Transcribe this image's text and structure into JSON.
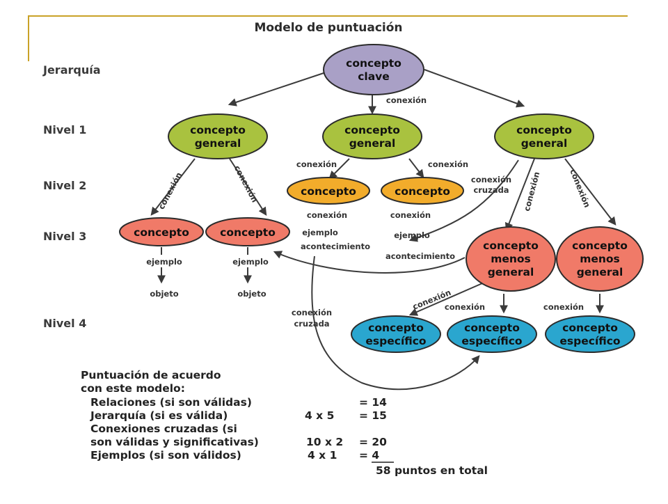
{
  "title": "Modelo de puntuación",
  "levels": [
    "Jerarquía",
    "Nivel 1",
    "Nivel 2",
    "Nivel 3",
    "Nivel 4"
  ],
  "colors": {
    "key": "#a9a0c6",
    "general": "#a9c23f",
    "concept": "#f2ac2b",
    "level3": "#f07a68",
    "specific": "#2aa6cf",
    "accent_line": "#c9a227"
  },
  "nodes": {
    "key": [
      "concepto",
      "clave"
    ],
    "general1": [
      "concepto",
      "general"
    ],
    "general2": [
      "concepto",
      "general"
    ],
    "general3": [
      "concepto",
      "general"
    ],
    "concept_a": [
      "concepto"
    ],
    "concept_b": [
      "concepto"
    ],
    "concept_c": [
      "concepto"
    ],
    "concept_d": [
      "concepto"
    ],
    "less_general_1": [
      "concepto",
      "menos",
      "general"
    ],
    "less_general_2": [
      "concepto",
      "menos",
      "general"
    ],
    "specific_1": [
      "concepto",
      "específico"
    ],
    "specific_2": [
      "concepto",
      "específico"
    ],
    "specific_3": [
      "concepto",
      "específico"
    ],
    "object_1": "objeto",
    "object_2": "objeto"
  },
  "labels": {
    "conexion": "conexión",
    "ejemplo": "ejemplo",
    "acontecimiento": "acontecimiento",
    "conexion_cruzada": [
      "conexión",
      "cruzada"
    ]
  },
  "scoring": {
    "heading": [
      "Puntuación de acuerdo",
      "con este modelo:"
    ],
    "rows": [
      {
        "label": "Relaciones (si son válidas)",
        "formula": "",
        "result": "= 14"
      },
      {
        "label": "Jerarquía (si es válida)",
        "formula": "4 x 5",
        "result": "= 15"
      },
      {
        "label": "Conexiones cruzadas (si",
        "formula": "",
        "result": ""
      },
      {
        "label": "son válidas y significativas)",
        "formula": "10 x 2",
        "result": "= 20"
      },
      {
        "label": "Ejemplos (si son válidos)",
        "formula": "4 x 1",
        "result": "= 4"
      }
    ],
    "total": "58 puntos en total"
  }
}
